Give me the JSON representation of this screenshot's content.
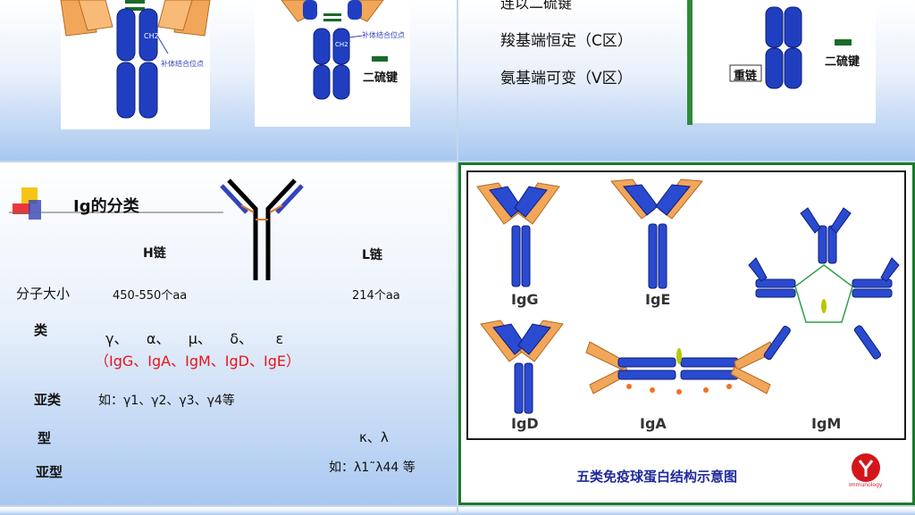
{
  "slide_top_left": {
    "label_ch2": "CH2",
    "label_complement_left": "补体结合位点",
    "label_complement_right": "补体结合位点",
    "label_disulfide": "二硫键",
    "colors": {
      "heavy": "#1f3fc0",
      "light": "#f2a659",
      "disulfide": "#1a6a2a"
    }
  },
  "slide_top_right": {
    "line_cut": "连以二硫键",
    "line_c_region": "羧基端恒定（C区）",
    "line_v_region": "氨基端可变（V区）",
    "label_heavy_chain": "重链",
    "label_disulfide": "二硫键"
  },
  "slide_ig_class": {
    "title": "Ig的分类",
    "h_chain_header": "H链",
    "l_chain_header": "L链",
    "rows": {
      "size_label": "分子大小",
      "size_h": "450-550个aa",
      "size_l": "214个aa",
      "class_label": "类",
      "class_greek": "γ、    α、    μ、    δ、     ε",
      "class_names": "（IgG、IgA、IgM、IgD、IgE）",
      "subclass_label": "亚类",
      "subclass_value": "如：γ1、γ2、γ3、γ4等",
      "type_label": "型",
      "type_value": "κ、λ",
      "subtype_label": "亚型",
      "subtype_value": "如：λ1˜λ44 等"
    },
    "colors": {
      "accent_red": "#e8141b",
      "deco_yellow": "#f6c417",
      "deco_blue": "#3344bb"
    }
  },
  "slide_five_classes": {
    "labels": {
      "igg": "IgG",
      "ige": "IgE",
      "igd": "IgD",
      "iga": "IgA",
      "igm": "IgM"
    },
    "caption": "五类免疫球蛋白结构示意图",
    "logo_text": "Immunology",
    "colors": {
      "frame": "#1c7a2c",
      "caption": "#1f2a9a",
      "logo": "#d4151c"
    }
  }
}
